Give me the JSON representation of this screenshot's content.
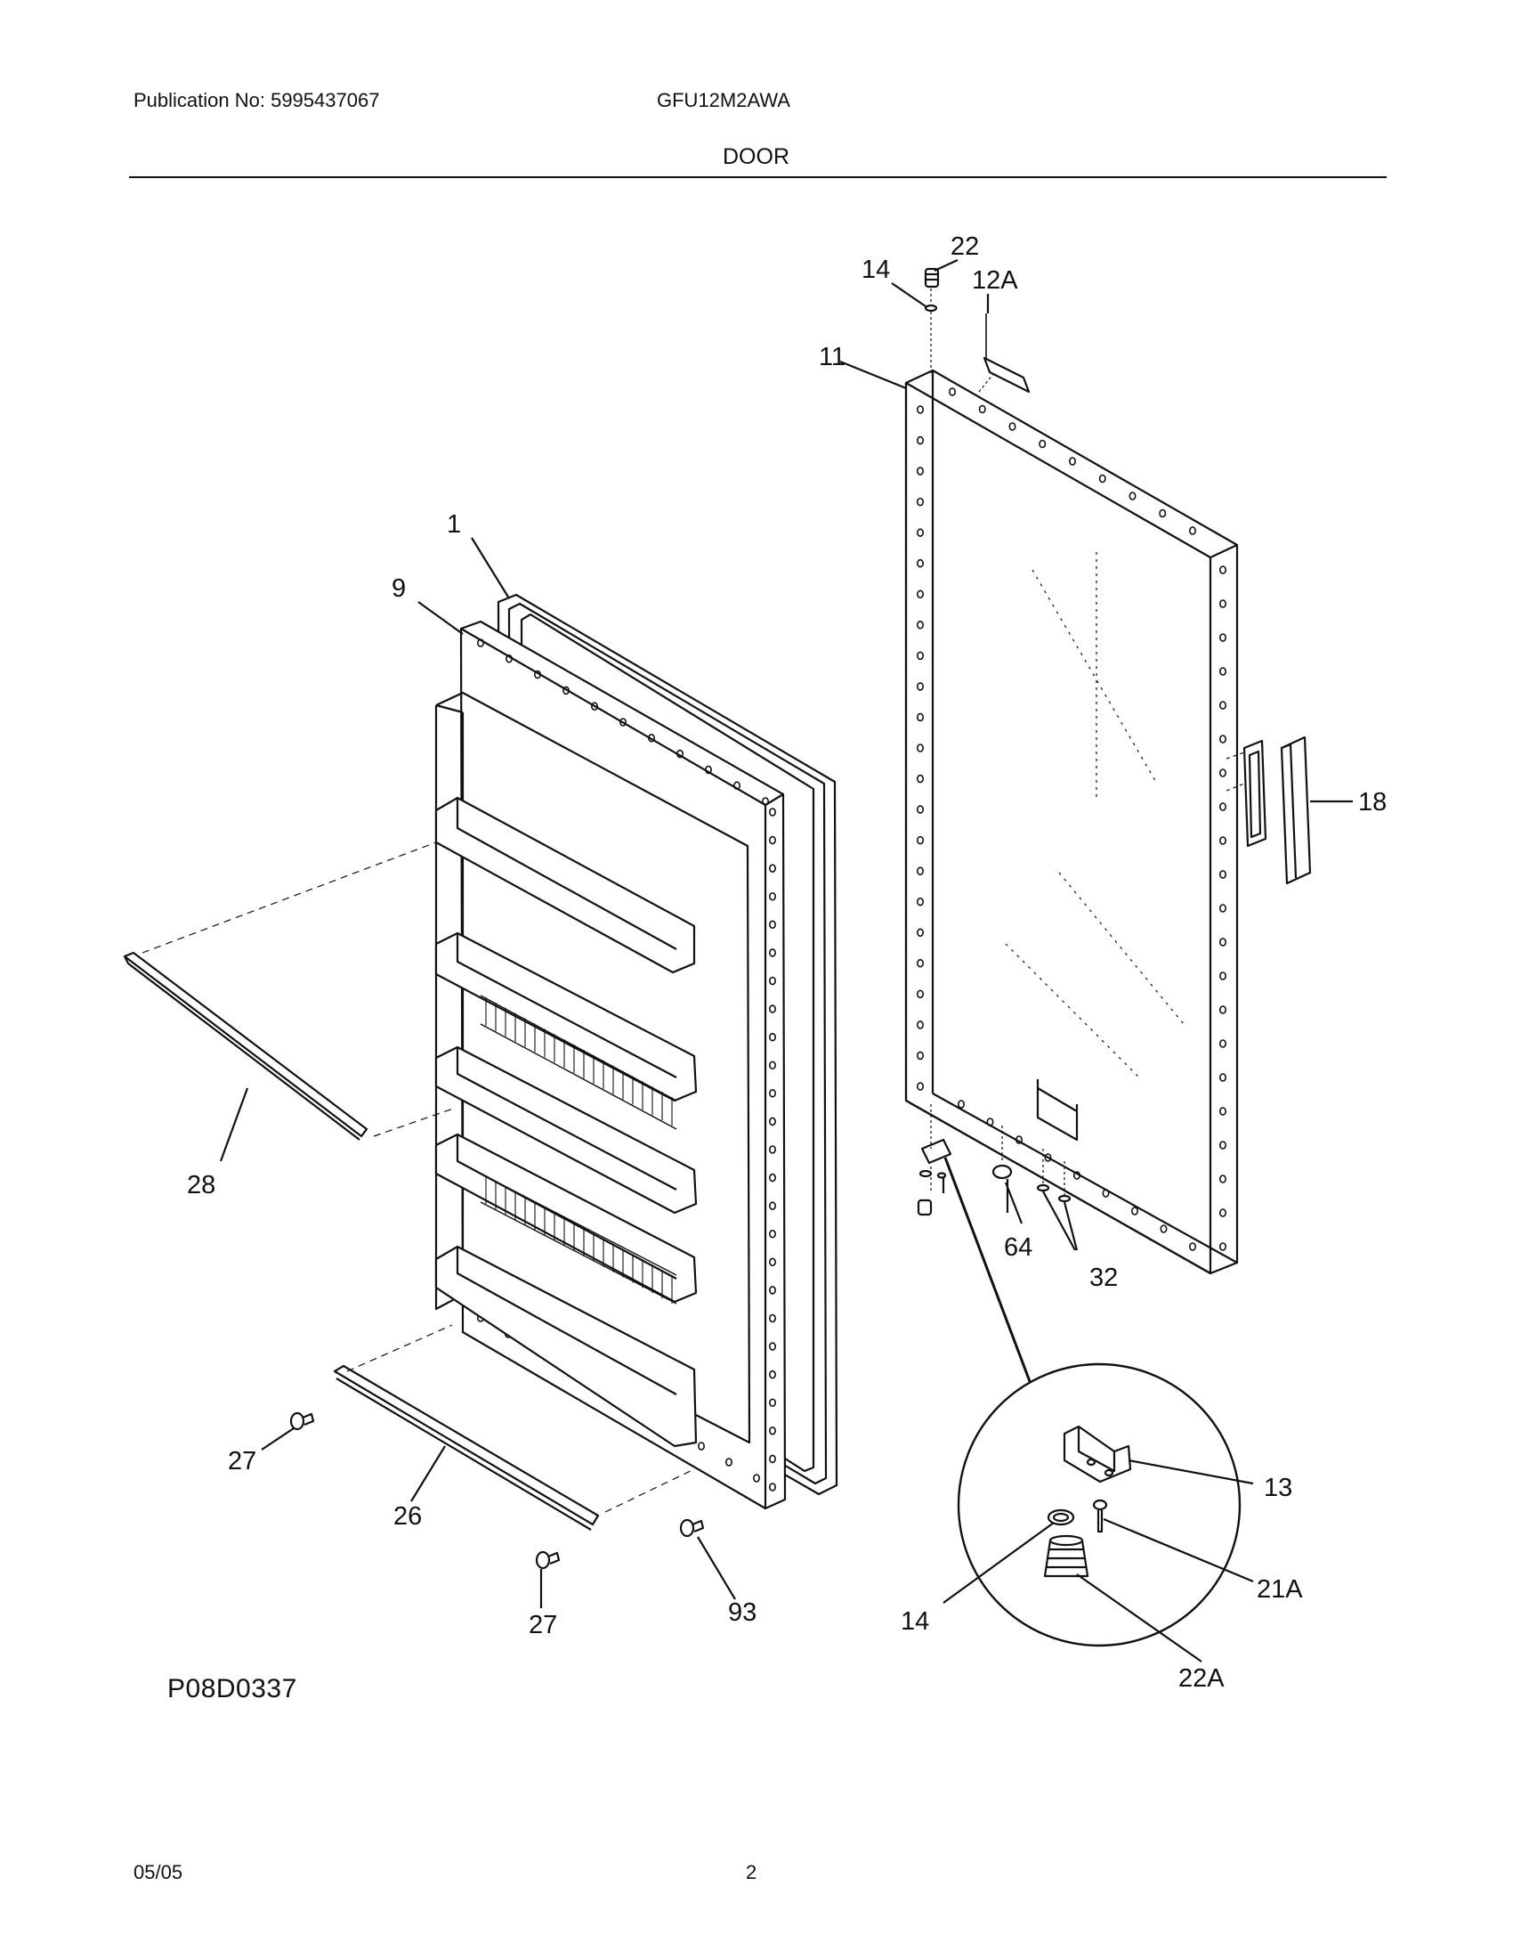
{
  "header": {
    "publication": "Publication No: 5995437067",
    "model": "GFU12M2AWA",
    "section": "DOOR"
  },
  "callouts": {
    "c1": "1",
    "c9": "9",
    "c11": "11",
    "c12A": "12A",
    "c13": "13",
    "c14_top": "14",
    "c14_detail": "14",
    "c18": "18",
    "c21A": "21A",
    "c22": "22",
    "c22A": "22A",
    "c26": "26",
    "c27_left": "27",
    "c27_bottom": "27",
    "c28": "28",
    "c32": "32",
    "c64": "64",
    "c93": "93"
  },
  "figure_ref": "P08D0337",
  "footer": {
    "date": "05/05",
    "page": "2"
  }
}
